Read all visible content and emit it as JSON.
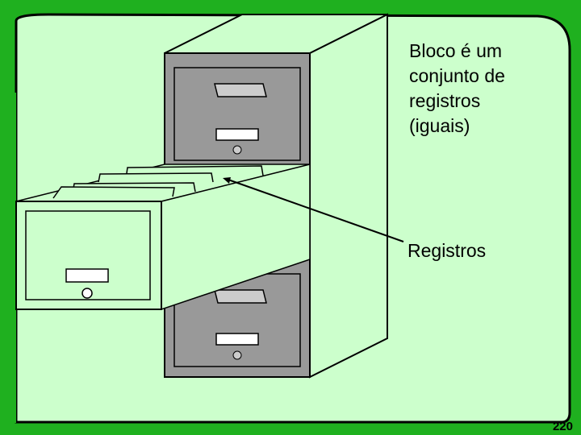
{
  "slide": {
    "title_text": "Bloco é um\nconjunto de\nregistros\n(iguais)",
    "pointer_label": "Registros",
    "page_number": "220"
  },
  "colors": {
    "border": "#1fb01f",
    "panel": "#ccffcc",
    "cabinet": "#999999"
  }
}
